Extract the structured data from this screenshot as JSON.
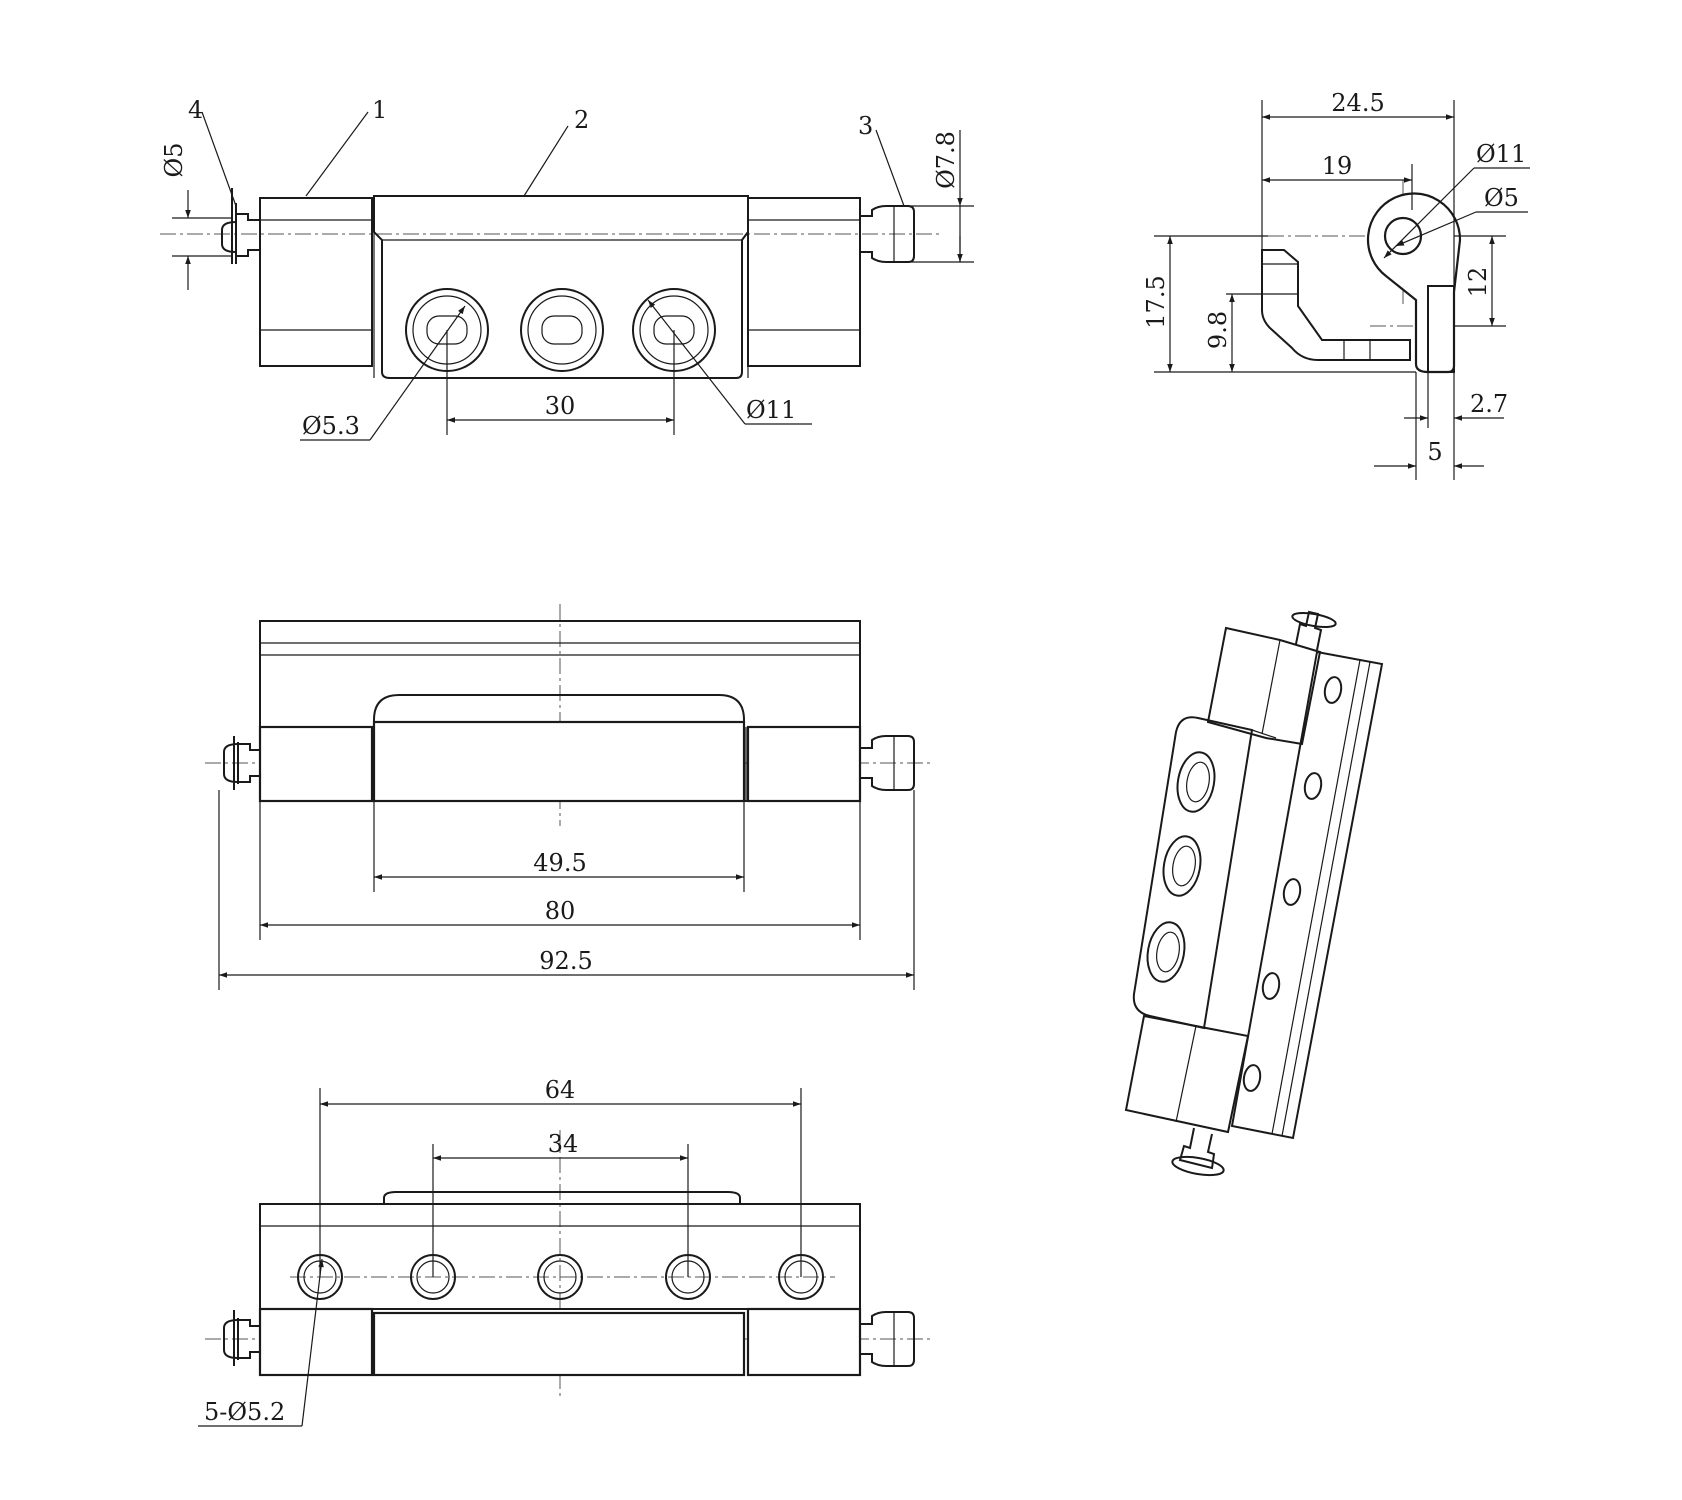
{
  "colors": {
    "line": "#1a1a1a",
    "center_line": "#555555",
    "background": "#ffffff"
  },
  "front_view": {
    "part_numbers": [
      "1",
      "2",
      "3",
      "4"
    ],
    "dims": {
      "hole_spacing": "30",
      "pin_dia": "Ø5",
      "shaft_dia": "Ø7.8",
      "hole_dia": "Ø5.3",
      "counterbore_dia": "Ø11"
    }
  },
  "side_view": {
    "dims": {
      "overall_width": "24.5",
      "pivot_offset": "19",
      "knuckle_dia": "Ø11",
      "pin_dia": "Ø5",
      "height": "17.5",
      "flange_height": "9.8",
      "offset_height": "12",
      "plate_thickness": "2.7",
      "plate_depth": "5"
    }
  },
  "top_view": {
    "dims": {
      "leaf_length": "49.5",
      "body_length": "80",
      "overall_length": "92.5"
    }
  },
  "bottom_view": {
    "dims": {
      "outer_hole_spacing": "64",
      "inner_hole_spacing": "34",
      "hole_callout": "5-Ø5.2"
    }
  }
}
